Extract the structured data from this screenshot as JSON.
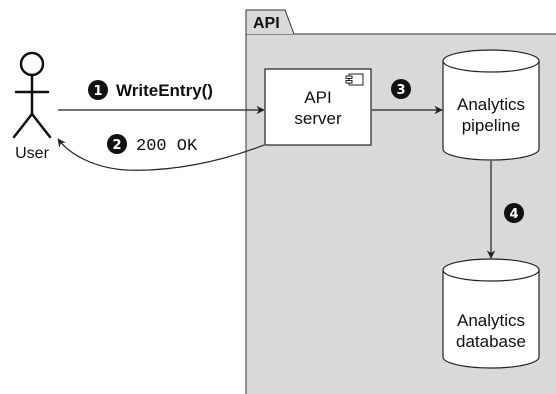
{
  "frame": {
    "tab_label": "API",
    "fill_color": "#d9d9d9"
  },
  "actor": {
    "label": "User",
    "icon": "stick-figure-icon"
  },
  "nodes": {
    "api_server": {
      "line1": "API",
      "line2": "server",
      "icon": "component-icon"
    },
    "analytics_pipeline": {
      "line1": "Analytics",
      "line2": "pipeline"
    },
    "analytics_database": {
      "line1": "Analytics",
      "line2": "database"
    }
  },
  "steps": [
    {
      "number": "1",
      "label": "WriteEntry()"
    },
    {
      "number": "2",
      "label": "200 OK"
    },
    {
      "number": "3",
      "label": ""
    },
    {
      "number": "4",
      "label": ""
    }
  ]
}
